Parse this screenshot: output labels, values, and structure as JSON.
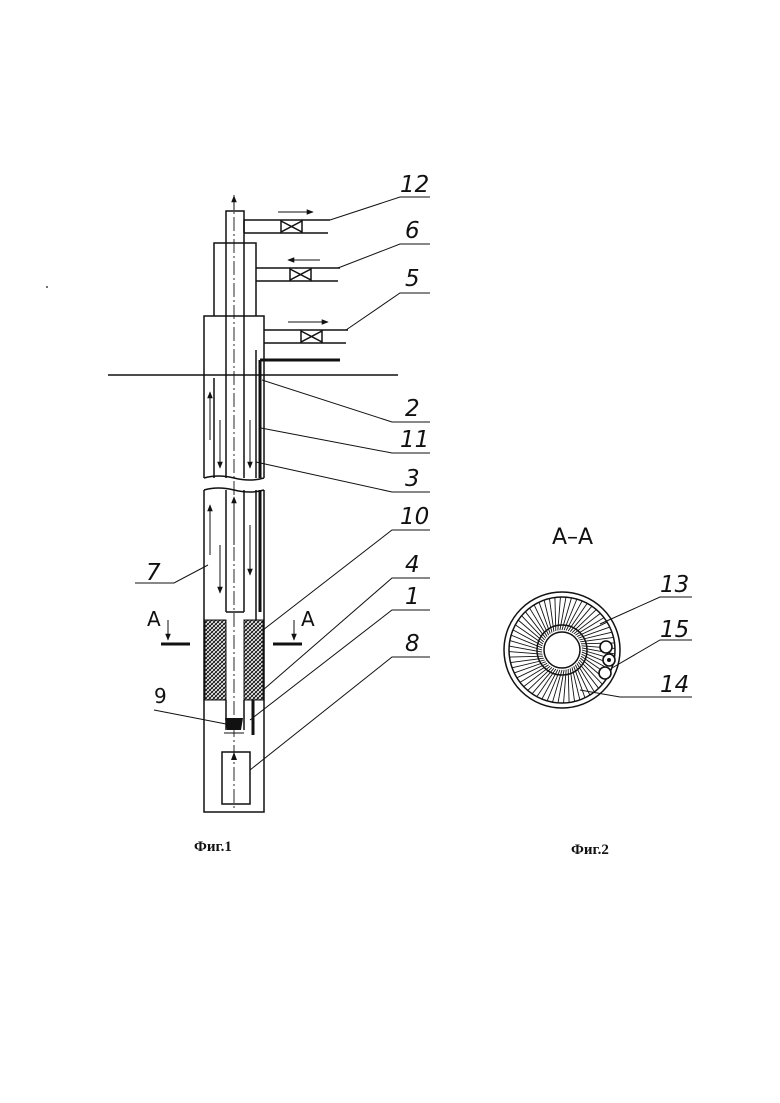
{
  "figure1": {
    "caption": "Фиг.1",
    "section_marker": "A",
    "callouts": {
      "c12": "12",
      "c6": "6",
      "c5": "5",
      "c2": "2",
      "c11": "11",
      "c3": "3",
      "c10": "10",
      "c4": "4",
      "c1": "1",
      "c8": "8",
      "c7": "7",
      "c9": "9"
    }
  },
  "figure2": {
    "caption": "Фиг.2",
    "section_title": "A–A",
    "callouts": {
      "c13": "13",
      "c15": "15",
      "c14": "14"
    }
  },
  "colors": {
    "ink": "#111111",
    "background": "#ffffff"
  }
}
